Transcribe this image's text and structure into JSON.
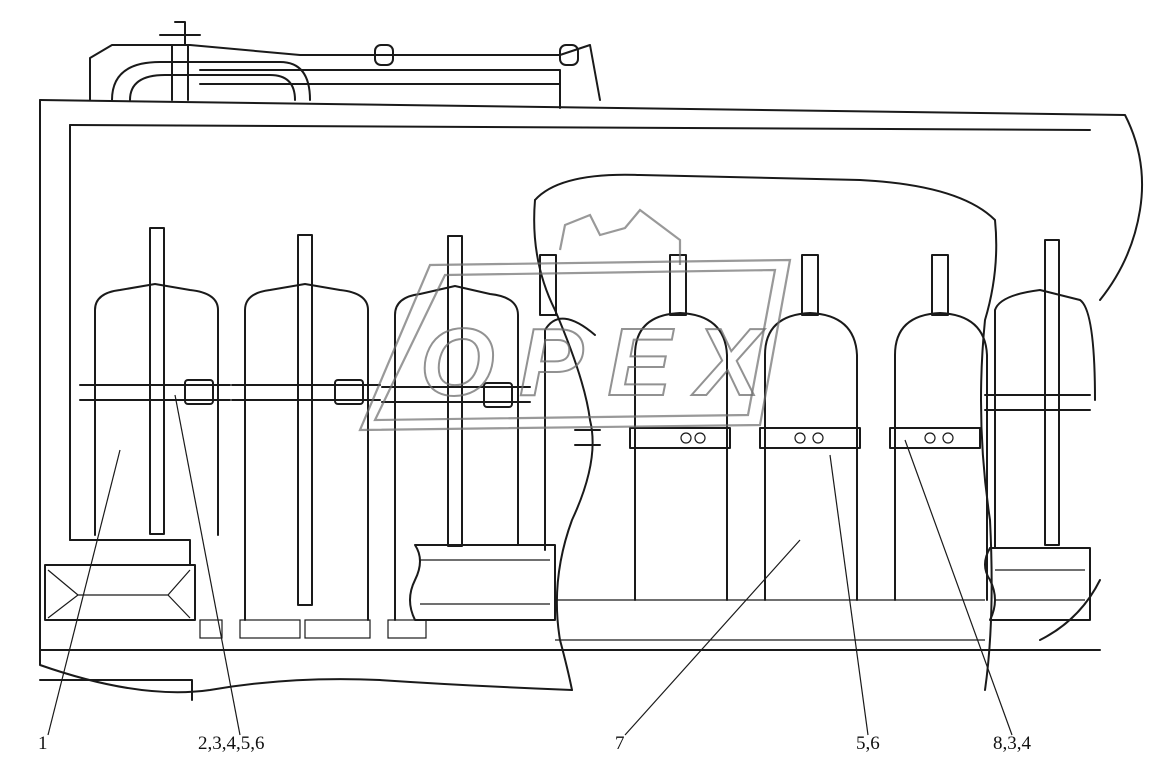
{
  "diagram": {
    "watermark": "OPEX",
    "callouts": [
      {
        "id": "c1",
        "label": "1"
      },
      {
        "id": "c2",
        "label": "2,3,4,5,6"
      },
      {
        "id": "c3",
        "label": "7"
      },
      {
        "id": "c4",
        "label": "5,6"
      },
      {
        "id": "c5",
        "label": "8,3,4"
      }
    ]
  }
}
